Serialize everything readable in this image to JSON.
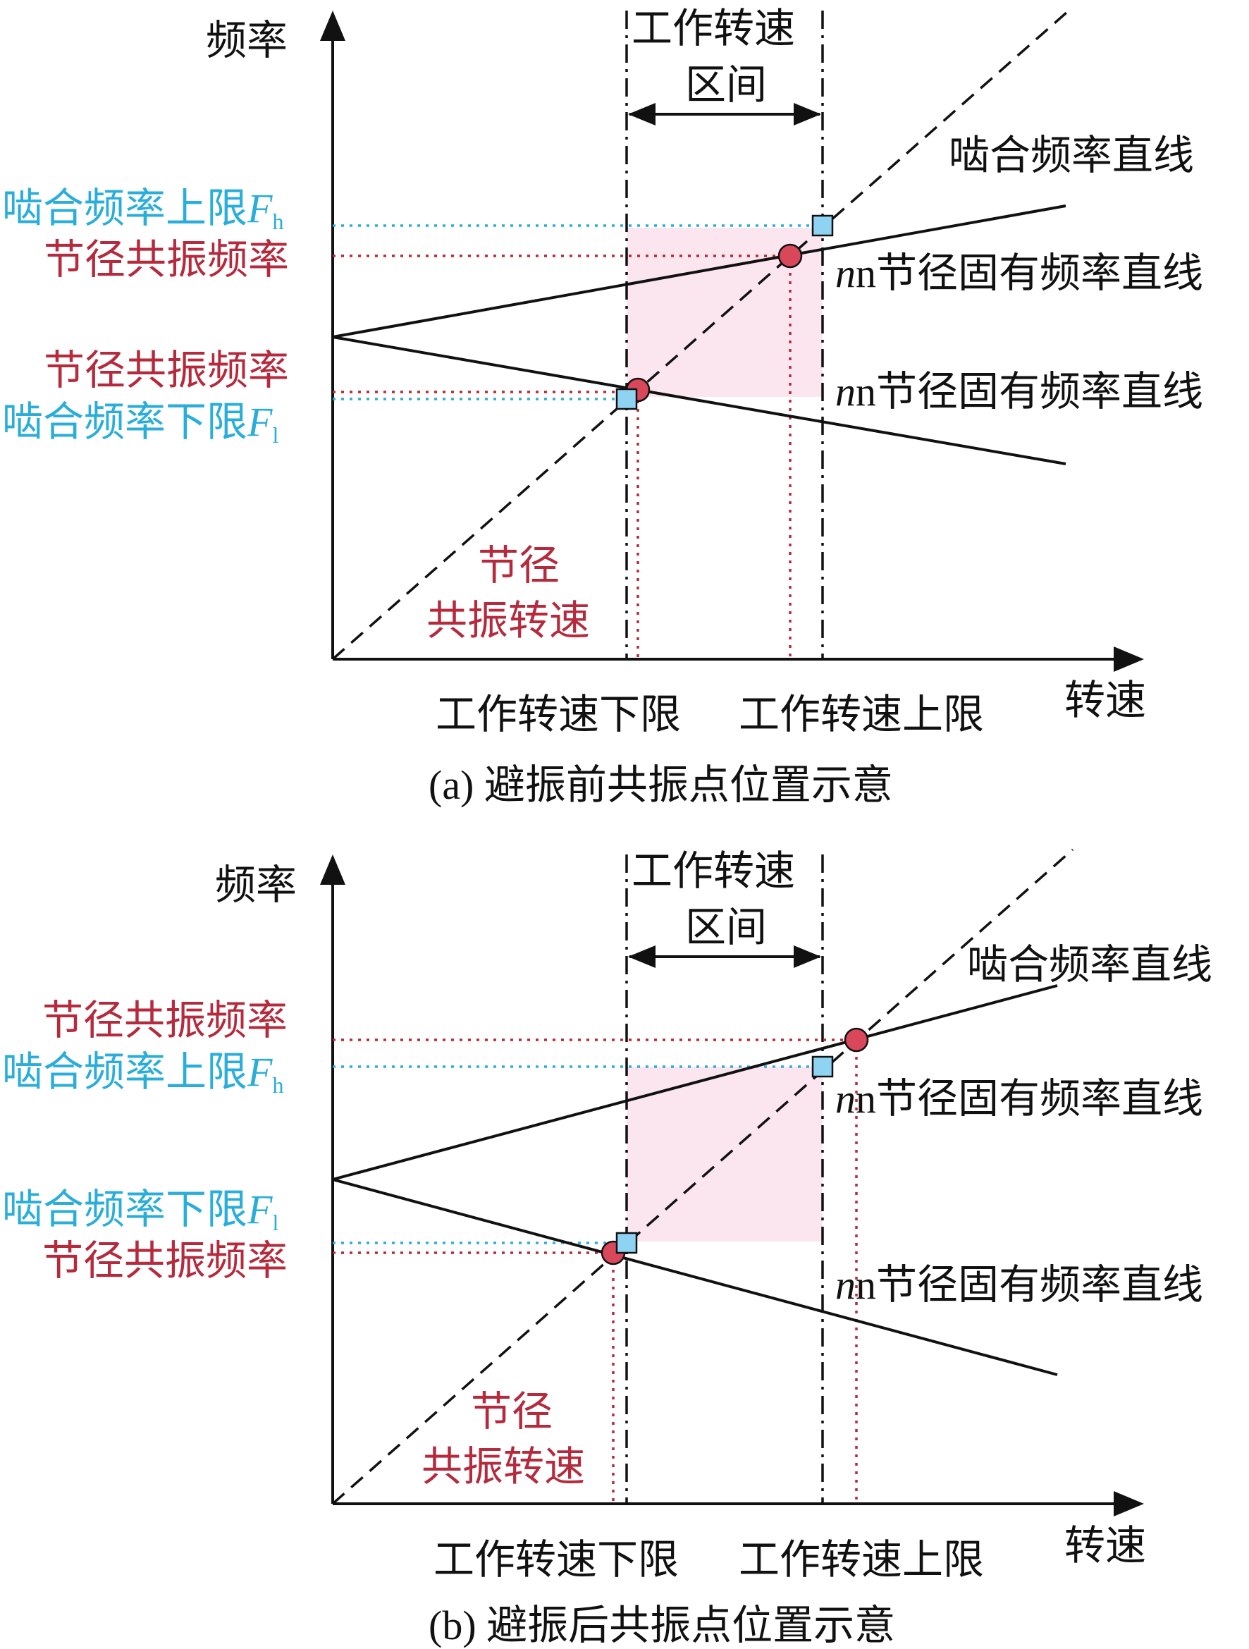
{
  "colors": {
    "axis": "#111111",
    "resonance_red": "#b52a3c",
    "limit_cyan": "#2aaed9",
    "circle_fill": "#d9485a",
    "square_fill": "#8fd3f2",
    "shade_pink": "#fbe6ef"
  },
  "icons": {
    "resonance_point": "red-circle-marker",
    "limit_point": "cyan-square-marker"
  },
  "panels": [
    {
      "caption": "(a) 避振前共振点位置示意",
      "y_axis_label": "频率",
      "x_axis_label": "转速",
      "interval_label_line1": "工作转速",
      "interval_label_line2": "区间",
      "mesh_line_label": "啮合频率直线",
      "nd_line_upper_label": "n节径固有频率直线",
      "nd_line_lower_label": "n节径固有频率直线",
      "upper_limit_label": "啮合频率上限",
      "upper_limit_sym": "F",
      "upper_limit_sub": "h",
      "lower_limit_label": "啮合频率下限",
      "lower_limit_sym": "F",
      "lower_limit_sub": "l",
      "res_freq_upper_label": "节径共振频率",
      "res_freq_lower_label": "节径共振频率",
      "res_speed_line1": "节径",
      "res_speed_line2": "共振转速",
      "x_tick_lower": "工作转速下限",
      "x_tick_upper": "工作转速上限"
    },
    {
      "caption": "(b) 避振后共振点位置示意",
      "y_axis_label": "频率",
      "x_axis_label": "转速",
      "interval_label_line1": "工作转速",
      "interval_label_line2": "区间",
      "mesh_line_label": "啮合频率直线",
      "nd_line_upper_label": "n节径固有频率直线",
      "nd_line_lower_label": "n节径固有频率直线",
      "upper_limit_label": "啮合频率上限",
      "upper_limit_sym": "F",
      "upper_limit_sub": "h",
      "lower_limit_label": "啮合频率下限",
      "lower_limit_sym": "F",
      "lower_limit_sub": "l",
      "res_freq_upper_label": "节径共振频率",
      "res_freq_lower_label": "节径共振频率",
      "res_speed_line1": "节径",
      "res_speed_line2": "共振转速",
      "x_tick_lower": "工作转速下限",
      "x_tick_upper": "工作转速上限"
    }
  ]
}
